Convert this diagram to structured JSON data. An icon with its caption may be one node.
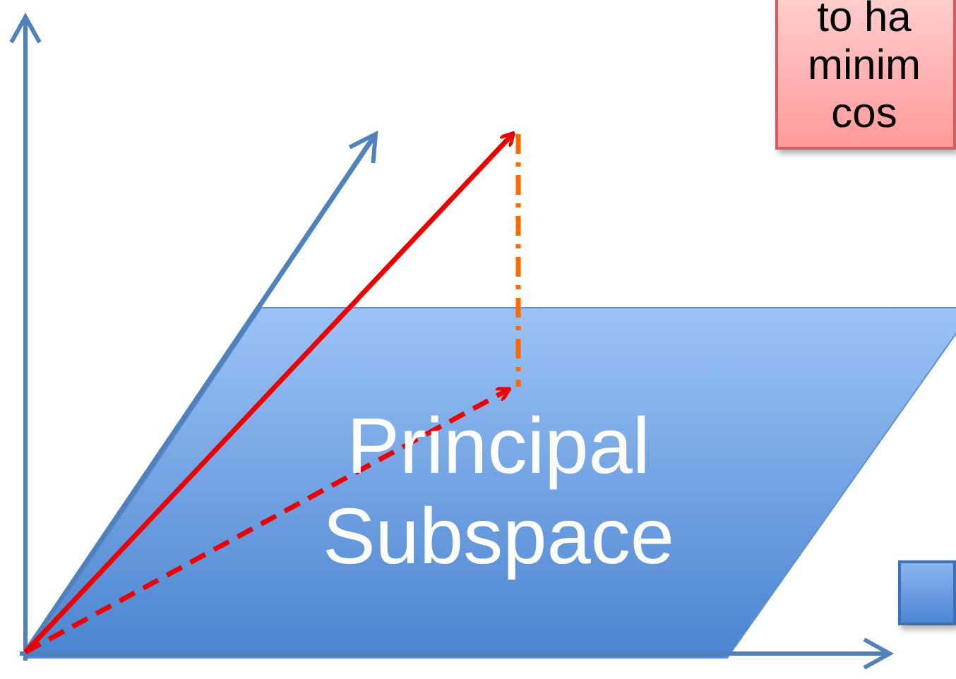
{
  "diagram": {
    "nodes": [
      {
        "text": [
          "Principal Subspace"
        ]
      },
      {
        "text": [
          "to ha minim cos"
        ]
      },
      {
        "text": [],
        "shape": "box"
      }
    ]
  }
}
